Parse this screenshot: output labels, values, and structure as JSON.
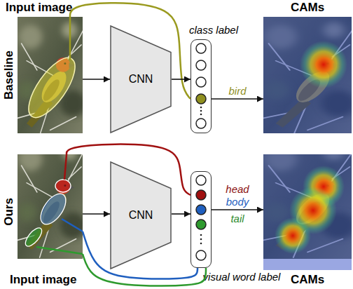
{
  "diagram": {
    "nodes": [
      {
        "text": [
          "Input image"
        ]
      },
      {
        "text": [
          "CNN"
        ]
      },
      {
        "text": [
          "class label"
        ]
      },
      {
        "text": [
          "CAMs"
        ]
      },
      {
        "text": [
          "Input image"
        ]
      },
      {
        "text": [
          "CNN"
        ]
      },
      {
        "text": [
          "visual word label"
        ]
      },
      {
        "text": [
          "CAMs"
        ]
      }
    ],
    "edges": [
      {
        "from": 0,
        "to": 2,
        "arrow": "none"
      },
      {
        "from": 0,
        "to": 1,
        "arrow": "to"
      },
      {
        "from": 1,
        "to": 2,
        "arrow": "to"
      },
      {
        "from": 2,
        "to": 3,
        "arrow": "to",
        "label": "bird"
      },
      {
        "from": 4,
        "to": 6,
        "arrow": "none"
      },
      {
        "from": 4,
        "to": 6,
        "arrow": "none"
      },
      {
        "from": 4,
        "to": 6,
        "arrow": "none"
      },
      {
        "from": 4,
        "to": 5,
        "arrow": "to"
      },
      {
        "from": 5,
        "to": 6,
        "arrow": "to"
      },
      {
        "from": 6,
        "to": 7,
        "arrow": "to",
        "label": "body"
      }
    ],
    "labels": [
      "Baseline",
      "Ours",
      "head",
      "tail"
    ]
  }
}
